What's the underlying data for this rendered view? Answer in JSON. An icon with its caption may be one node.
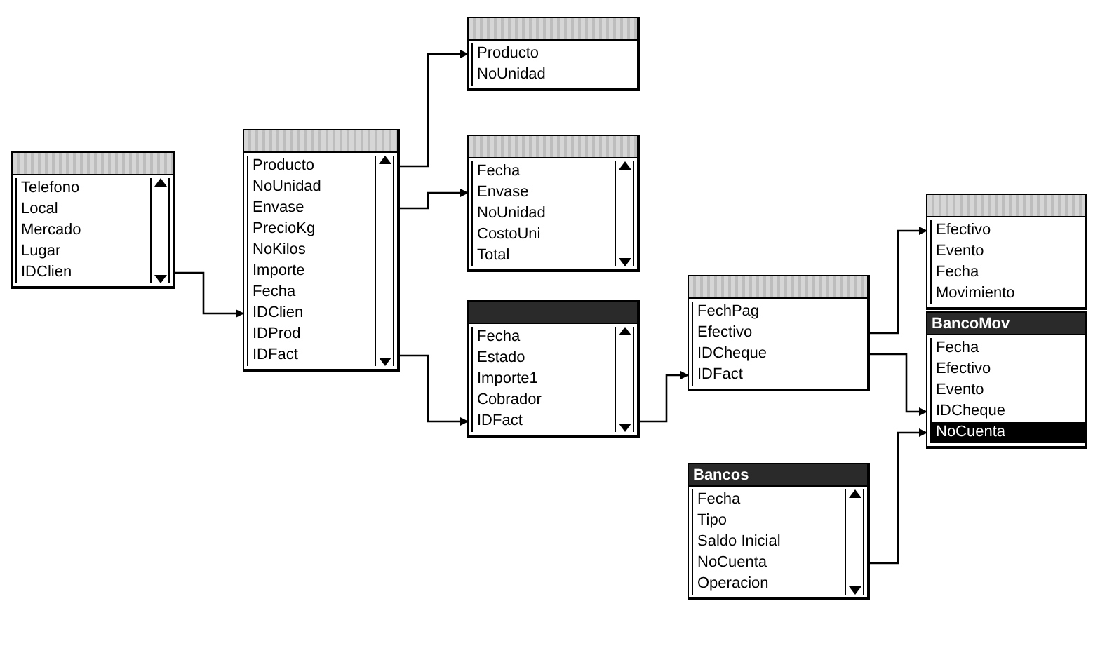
{
  "diagram": {
    "nodes": [
      {
        "text": [
          "Telefono",
          "Local",
          "Mercado",
          "Lugar",
          "IDClien"
        ]
      },
      {
        "text": [
          "Producto",
          "NoUnidad",
          "Envase",
          "PrecioKg",
          "NoKilos",
          "Importe",
          "Fecha",
          "IDClien",
          "IDProd",
          "IDFact"
        ]
      },
      {
        "text": [
          "Producto",
          "NoUnidad"
        ]
      },
      {
        "text": [
          "Fecha",
          "Envase",
          "NoUnidad",
          "CostoUni",
          "Total"
        ]
      },
      {
        "text": [
          "Fecha",
          "Estado",
          "Importe1",
          "Cobrador",
          "IDFact"
        ]
      },
      {
        "text": [
          "FechPag",
          "Efectivo",
          "IDCheque",
          "IDFact"
        ]
      },
      {
        "text": [
          "Efectivo",
          "Evento",
          "Fecha",
          "Movimiento"
        ]
      },
      {
        "text": [
          "BancoMov",
          "Fecha",
          "Efectivo",
          "Evento",
          "IDCheque",
          "NoCuenta"
        ]
      },
      {
        "text": [
          "Bancos",
          "Fecha",
          "Tipo",
          "Saldo Inicial",
          "NoCuenta",
          "Operacion"
        ]
      }
    ],
    "edges": [
      {
        "from": 0,
        "to": 1,
        "arrow": "to"
      },
      {
        "from": 1,
        "to": 2,
        "arrow": "to"
      },
      {
        "from": 1,
        "to": 3,
        "arrow": "to"
      },
      {
        "from": 1,
        "to": 4,
        "arrow": "to"
      },
      {
        "from": 4,
        "to": 5,
        "arrow": "to"
      },
      {
        "from": 5,
        "to": 6,
        "arrow": "to"
      },
      {
        "from": 5,
        "to": 7,
        "arrow": "to"
      },
      {
        "from": 8,
        "to": 7,
        "arrow": "to"
      }
    ]
  }
}
